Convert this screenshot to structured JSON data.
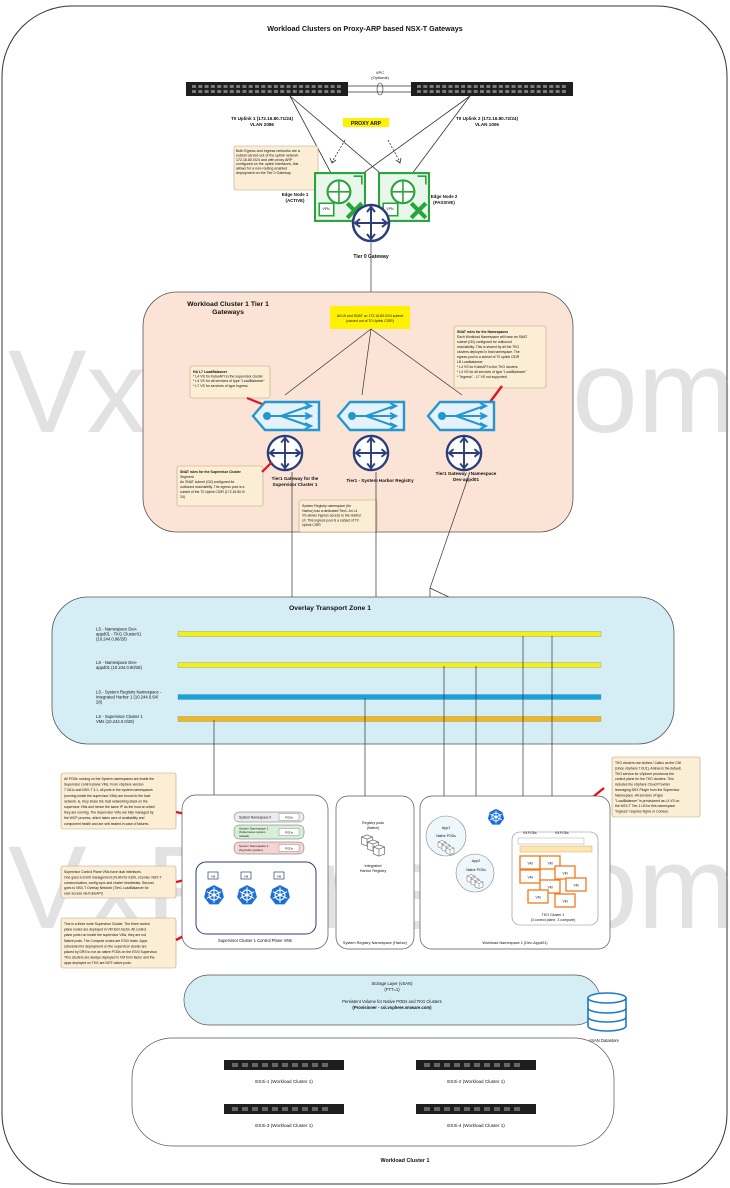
{
  "title": "Workload Clusters on Proxy-ARP based NSX-T Gateways",
  "watermark": "VxPlanet.com",
  "physical": {
    "vpc_label": "VPC",
    "vpc_sub": "(Optional)",
    "uplink1": [
      "T0 Uplink 1 (172.16.80.71/24)",
      "VLAN 2086"
    ],
    "uplink2": [
      "T0 Uplink 2 (172.16.80.72/24)",
      "VLAN 1006"
    ],
    "proxy_arp": "PROXY ARP"
  },
  "notes": {
    "ingress_egress": [
      "Both Egress and Ingress networks are a",
      "subset carved out of the uplink network",
      "172.16.80.0/24 and with proxy ARP",
      "configured on the uplink interfaces, this",
      "allows for a non-routing enabled",
      "deployment on the Tier 0 Gateway"
    ],
    "all_lb_snat": [
      "All LB and SNAT on 172.16.80.0/24 subnet",
      "(carved out of T0 Uplink CIDR)"
    ],
    "t1_loadbalancer": [
      "HA L7 LoadBalancer",
      "* L4 VS for KubeAPI to the supervisor cluster",
      "* L4 VS for all services of type \"LoadBalancer\"",
      "* L7 VS for services of type Ingress"
    ],
    "snat_supervisor": [
      "SNAT rules for the Supervisor Cluster",
      "Segment",
      "An SNAT subnet (/32) configured for",
      "outbound reachability. The egress pool is a",
      "subset of the T0 Uplink CIDR (172.16.80.0/",
      "24)"
    ],
    "registry": [
      "System Registry namespace (for",
      "Harbor) has a dedicated Tier1. An L4",
      "VS allows ingress access to the Harbor",
      "UI. This ingress pool is a subset of T0",
      "Uplink CIDR"
    ],
    "snat_namespace": [
      "SNAT rules for the Namespaces",
      "Each Workload Namespace will have an SNAT",
      "subnet (/32) configured for outbound",
      "reachability. This is shared by all the TKG",
      "clusters deployed in that namespace. The",
      "egress pool is a subset of T0 uplink CIDR",
      "LB Loadbalancer",
      "* L4 VS for KubeAPI to the TKG clusters",
      "* L4 VS for all services of type \"LoadBalancer\"",
      "* \"Ingress\" - L7 VS not supported"
    ],
    "pods": [
      "All PODs running on the System namespaces are inside the",
      "Supervisor control plane VMs. From vSphere version",
      "7.0U1c and NSX-T 3.1, all pods in the system namespaces",
      "(running inside the supervisor VMs) are bound to the host",
      "network. ie, they share the host networking stack on the",
      "supervisor VMs and hence the same IP as the host on which",
      "they are running. The Supervisor VMs are fully managed by",
      "the WCP process, which takes care of availability and",
      "component health and are self-healed in case of failures."
    ],
    "control_plane": [
      "Supervisor Control Plane VMs have dual interfaces.",
      "One goes to ESXi management (VLAN for ESXi, vCenter, NSX-T",
      "communication, config sync and cluster heartbeats. Second",
      "goes to NSX-T Overlay Network (Tier1 LoadBalancer for",
      "user access via KubeAPI)"
    ],
    "supervisor": [
      "This is a three node Supervisor Cluster. The three control",
      "plane nodes are deployed in VM form factor. All control",
      "plane pods run inside the supervisor VMs, they are not",
      "Native pods. The Compute nodes are ESXi hosts. Apps",
      "scheduled for deployment on the supervisor cluster are",
      "placed by DRS to run as native PODs on the ESXi Supervisor.",
      "TKG clusters are always deployed in VM form factor and the",
      "apps deployed on TKG are NOT native pods."
    ],
    "tkg": [
      "TKG clusters use Antrea / Calico as the CNI",
      "(since vSphere 7.0U1), Antrea is the default.",
      "TKG service for vSphere provisions the",
      "control plane for the TKG clusters. This",
      "includes the vSphere Cloud Provider",
      "leveraging NSX Plugin from the Supervisor",
      "Namespace. All services of type",
      "\"LoadBalancer\" is provisioned as L4 VS on",
      "the NSX-T Tier-1 LB for this namespace.",
      "\"Ingress\" requires Nginx or Contour."
    ]
  },
  "edges": {
    "node1": [
      "Edge Node 1",
      "(ACTIVE)"
    ],
    "node2": [
      "Edge Node 2",
      "(PASSIVE)"
    ],
    "vpn_label": "VPN",
    "tier0": "Tier 0 Gateway"
  },
  "tier1_area": {
    "title": [
      "Workload Cluster 1 Tier 1",
      "Gateways"
    ],
    "gw1": [
      "Tier1 Gateway  for the",
      "Supervisor Cluster 1"
    ],
    "gw2": [
      "Tier1 - System Harbor Registry"
    ],
    "gw3": [
      "Tier1 Gateway - Namespace",
      "Dev-appd01"
    ]
  },
  "transport_zone": {
    "title": "Overlay Transport Zone 1",
    "segments": [
      {
        "label": [
          "LS - Namespace Dev-",
          "appd01 - TKG Cluster01",
          "(10.244.0.96/28)"
        ],
        "color": "#f2ef1f"
      },
      {
        "label": [
          "LS - Namespace Dev-",
          "appd01 (10.244.0.80/28)"
        ],
        "color": "#f2ef1f"
      },
      {
        "label": [
          "LS - System Registry Namespace -",
          "Integrated Harbor 1 (10.244.0.64/",
          "28)"
        ],
        "color": "#12a4e0"
      },
      {
        "label": [
          "LS - Supervisor Cluster 1",
          "VMs (10.244.0.0/28)"
        ],
        "color": "#f0b81f"
      }
    ]
  },
  "supervisor_box": {
    "ns0": "System Namespace 0",
    "ns1": [
      "System Namespace 1",
      "(Kubernetes system",
      "related)"
    ],
    "ns2": [
      "System Namespace 2",
      "(Kg-Kube system)"
    ],
    "pods": "PODs",
    "vm": "VM",
    "caption": "Supervisor Cluster 1 Control Plane VMs"
  },
  "registry_box": {
    "pods": [
      "Registry pods",
      "(Native)"
    ],
    "harbor": [
      "Integrated",
      "Harbor Registry"
    ],
    "caption": "System Registry Namespace (Harbor)"
  },
  "workload_ns": {
    "app1": "App1",
    "app2": "App2",
    "native_pods": "Native PODs",
    "k8s_pods": "K8 PODs",
    "tkg_caption": [
      "TKG Cluster 1",
      "(3 control plane, 3 compute)"
    ],
    "caption": "Workload Namespace 1 (Dev-Appd01)"
  },
  "storage": {
    "lines": [
      "Storage Layer (vSAN)",
      "(FTT=1)",
      "Persistent Volume for Native PODs and TKG Clusters",
      "(Provisioner - csi.vsphere.vmware.com)"
    ],
    "datastore": "vSAN Datastore"
  },
  "hosts": [
    "ESXi-1 (Workload Cluster 1)",
    "ESXi-2 (Workload Cluster 1)",
    "ESXi-3 (Workload Cluster 1)",
    "ESXi-4 (Workload Cluster 1)"
  ],
  "footer": "Workload  Cluster 1",
  "colors": {
    "tier1_fill": "#fbe4d6",
    "tz_fill": "#d5edf5",
    "edge_green": "#27a43c",
    "router_blue": "#2c3e7a",
    "t1_blue": "#2596d2",
    "red": "#e0141c",
    "vm_orange": "#f07a1e",
    "k8s_blue": "#1d6fd6"
  }
}
